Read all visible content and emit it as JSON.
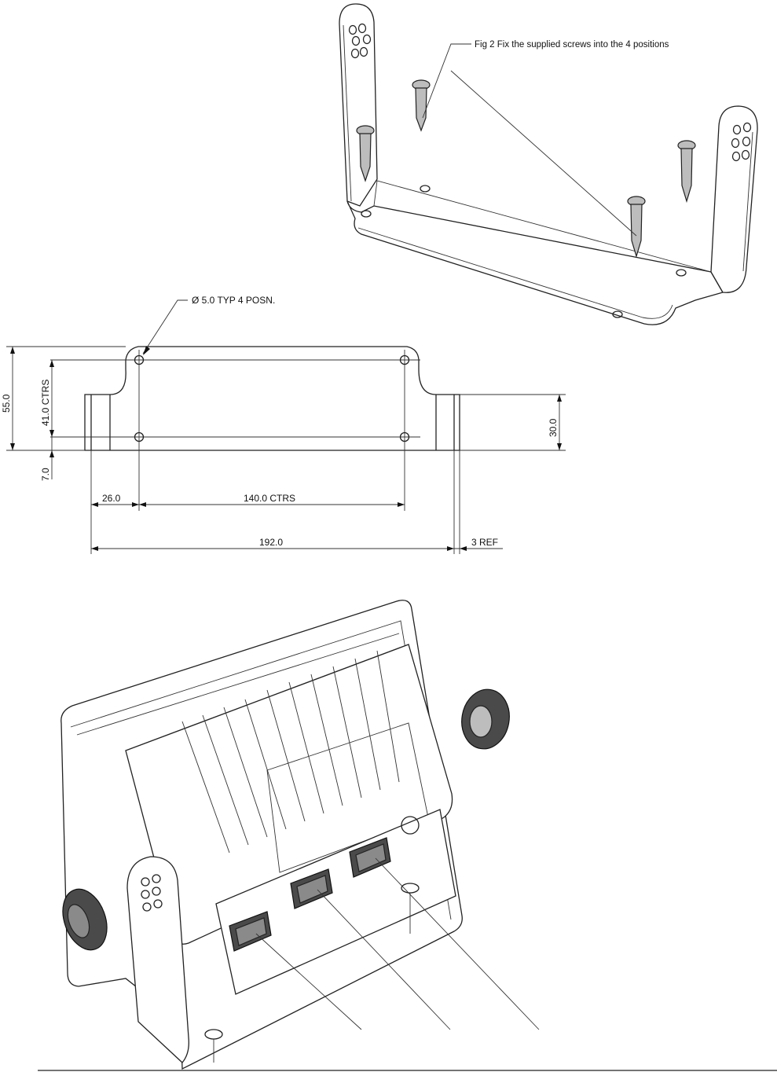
{
  "figure": {
    "callout": "Fig 2  Fix the supplied screws into the 4 positions"
  },
  "dimensions": {
    "hole_note": "Ø 5.0  TYP 4 POSN.",
    "overall_height": "55.0",
    "ctrs_height": "41.0  CTRS",
    "side_height": "30.0",
    "bottom_offset": "7.0",
    "left_offset": "26.0",
    "hole_ctrs": "140.0  CTRS",
    "overall_width": "192.0",
    "thickness": "3 REF"
  }
}
